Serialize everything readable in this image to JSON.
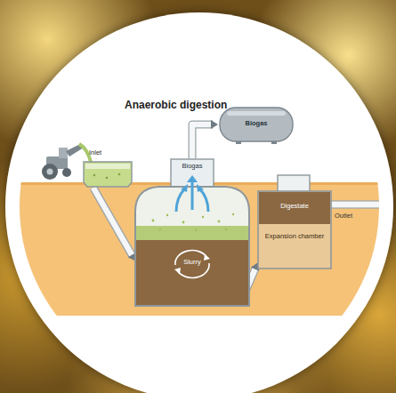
{
  "diagram": {
    "title": "Anaerobic digestion",
    "nodes": [
      {
        "text": [
          "Inlet"
        ]
      },
      {
        "text": [
          "Biogas"
        ]
      },
      {
        "text": [
          "Biogas",
          "Slurry"
        ]
      },
      {
        "text": [
          "Digestate",
          "Expansion chamber"
        ]
      }
    ],
    "edges": [
      {
        "from": 0,
        "to": 2,
        "arrow": "to"
      },
      {
        "from": 2,
        "to": 1,
        "arrow": "to"
      },
      {
        "from": 2,
        "to": 3,
        "arrow": "to"
      }
    ],
    "labels": [
      "Outlet"
    ]
  }
}
